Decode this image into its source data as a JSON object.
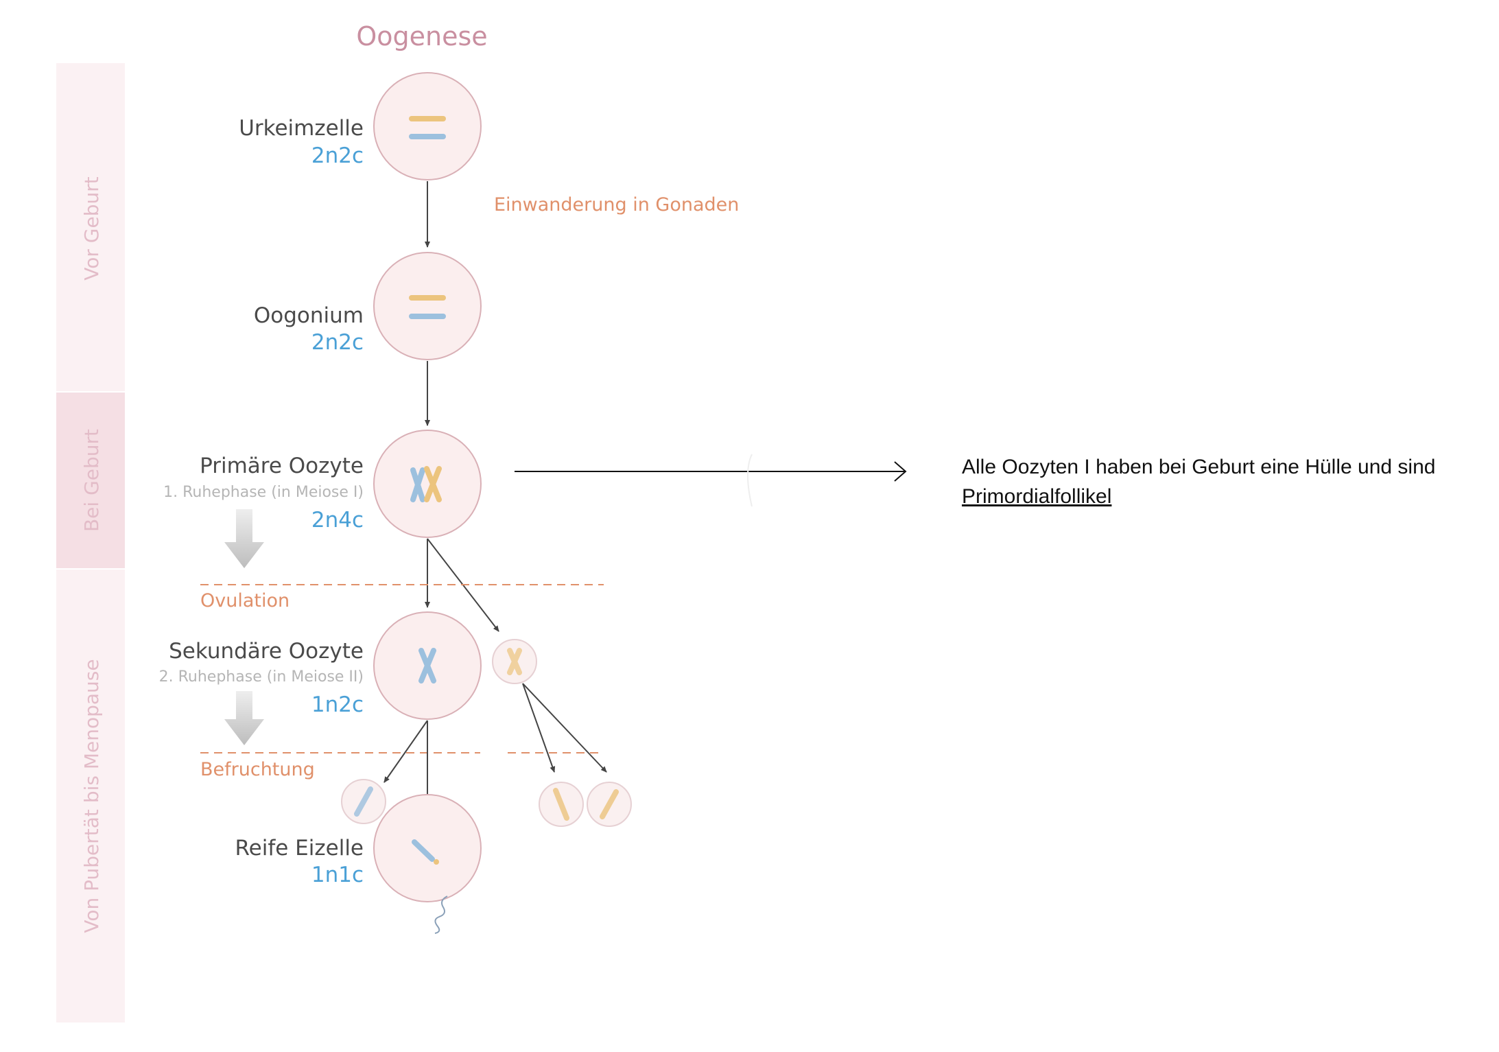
{
  "title": "Oogenese",
  "side_sections": [
    {
      "label": "Vor Geburt"
    },
    {
      "label": "Bei Geburt"
    },
    {
      "label": "Von Pubertät bis Menopause"
    }
  ],
  "stages": [
    {
      "name": "Urkeimzelle",
      "ploidy": "2n2c"
    },
    {
      "name": "Oogonium",
      "ploidy": "2n2c"
    },
    {
      "name": "Primäre Oozyte",
      "sub": "1. Ruhephase (in Meiose I)",
      "ploidy": "2n4c"
    },
    {
      "name": "Sekundäre Oozyte",
      "sub": "2. Ruhephase (in Meiose II)",
      "ploidy": "1n2c"
    },
    {
      "name": "Reife Eizelle",
      "ploidy": "1n1c"
    }
  ],
  "events": {
    "migration": "Einwanderung in Gonaden",
    "ovulation": "Ovulation",
    "fertilization": "Befruchtung"
  },
  "note": {
    "text": "Alle Oozyten I haben bei Geburt eine Hülle und sind",
    "link": "Primordialfollikel"
  },
  "colors": {
    "title": "#c98fa0",
    "ploidy": "#4aa0d6",
    "event": "#e0906a",
    "side_band": "#fbf1f3",
    "side_band_active": "#f5dfe4",
    "chromosome_yellow": "#ecc47e",
    "chromosome_blue": "#9cc0de"
  }
}
